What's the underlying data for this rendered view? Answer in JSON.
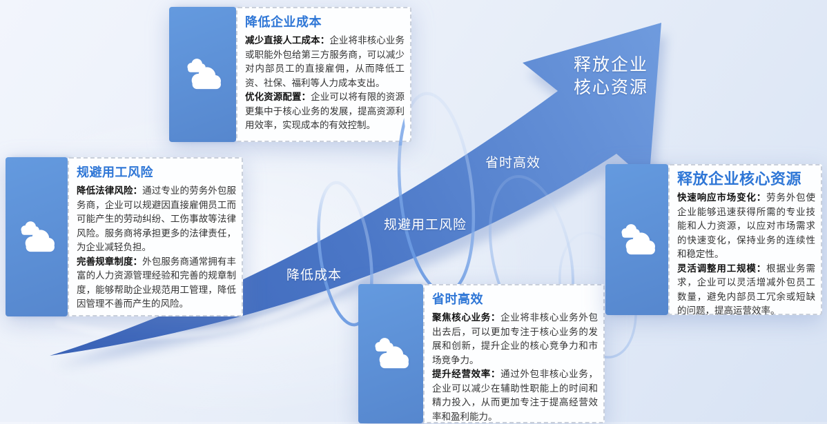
{
  "arrow": {
    "head_label": [
      "释放企业",
      "核心资源"
    ],
    "path_labels": [
      "降低成本",
      "规避用工风险",
      "省时高效"
    ]
  },
  "cards": [
    {
      "id": "reduce-cost",
      "title": "降低企业成本",
      "paragraphs": [
        {
          "lead": "减少直接人工成本：",
          "text": "企业将非核心业务或职能外包给第三方服务商，可以减少对内部员工的直接雇佣，从而降低工资、社保、福利等人力成本支出。"
        },
        {
          "lead": "优化资源配置：",
          "text": "企业可以将有限的资源更集中于核心业务的发展，提高资源利用效率，实现成本的有效控制。"
        }
      ]
    },
    {
      "id": "avoid-employment-risk",
      "title": "规避用工风险",
      "paragraphs": [
        {
          "lead": "降低法律风险：",
          "text": "通过专业的劳务外包服务商，企业可以规避因直接雇佣员工而可能产生的劳动纠纷、工伤事故等法律风险。服务商将承担更多的法律责任，为企业减轻负担。"
        },
        {
          "lead": "完善规章制度：",
          "text": "外包服务商通常拥有丰富的人力资源管理经验和完善的规章制度，能够帮助企业规范用工管理，降低因管理不善而产生的风险。"
        }
      ]
    },
    {
      "id": "time-efficiency",
      "title": "省时高效",
      "paragraphs": [
        {
          "lead": "聚焦核心业务：",
          "text": "企业将非核心业务外包出去后，可以更加专注于核心业务的发展和创新，提升企业的核心竞争力和市场竞争力。"
        },
        {
          "lead": "提升经营效率：",
          "text": "通过外包非核心业务，企业可以减少在辅助性职能上的时间和精力投入，从而更加专注于提高经营效率和盈利能力。"
        }
      ]
    },
    {
      "id": "release-core-resources",
      "title": "释放企业核心资源",
      "paragraphs": [
        {
          "lead": "快速响应市场变化：",
          "text": "劳务外包使企业能够迅速获得所需的专业技能和人力资源，以应对市场需求的快速变化，保持业务的连续性和稳定性。"
        },
        {
          "lead": "灵活调整用工规模：",
          "text": "根据业务需求，企业可以灵活增减外包员工数量，避免内部员工冗余或短缺的问题，提高运营效率。"
        }
      ]
    }
  ],
  "icons": {
    "card_icon": "cloud-icon",
    "arrow_icon": "growth-arrow"
  },
  "colors": {
    "accent_title_blue": "#2E76D6",
    "panel_blue": "#5B8DD4",
    "arrow_dark": "#3A62B6",
    "arrow_light": "#6F9BDE",
    "spiral_blue": "#6B9CE4",
    "dashed_border": "#C9CFDA",
    "body_text": "#333333",
    "background_light": "#F2F5FC",
    "background_deep": "#D8E3F4",
    "label_white": "#FFFFFF"
  }
}
